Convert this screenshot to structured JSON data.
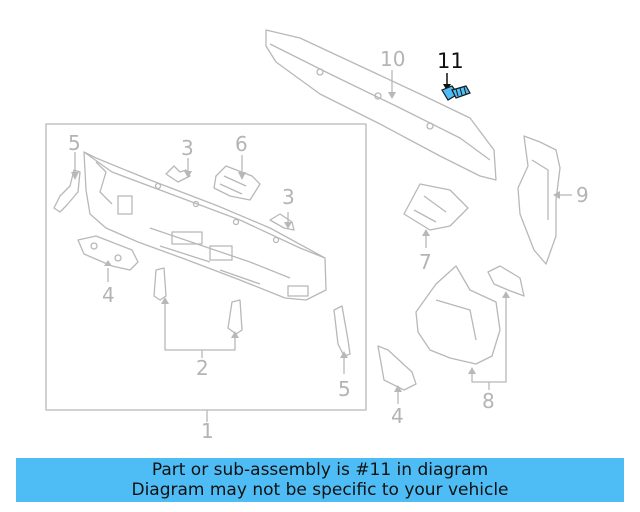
{
  "callouts": {
    "c1": "1",
    "c2": "2",
    "c3a": "3",
    "c3b": "3",
    "c4a": "4",
    "c4b": "4",
    "c5a": "5",
    "c5b": "5",
    "c6": "6",
    "c7": "7",
    "c8": "8",
    "c9": "9",
    "c10": "10",
    "c11": "11"
  },
  "highlight_color": "#4fbdf5",
  "banner": {
    "line1": "Part or sub-assembly is #11 in diagram",
    "line2": "Diagram may not be specific to your vehicle"
  }
}
